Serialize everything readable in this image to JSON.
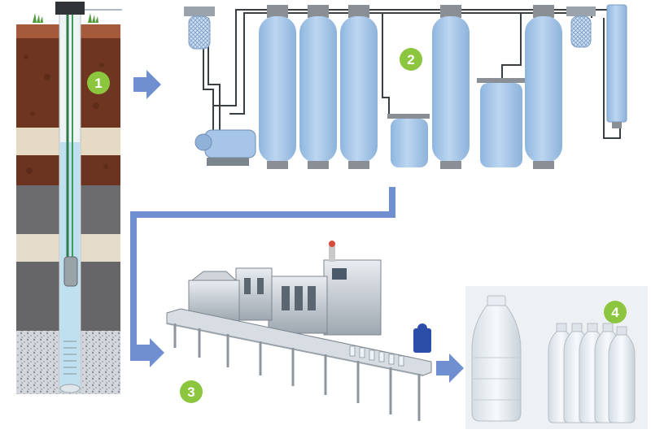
{
  "steps": [
    {
      "number": "1",
      "name": "well"
    },
    {
      "number": "2",
      "name": "filtration"
    },
    {
      "number": "3",
      "name": "bottling-line"
    },
    {
      "number": "4",
      "name": "bottled-water"
    }
  ],
  "colors": {
    "badge_green": "#8cc63f",
    "arrow_blue": "#6f8fd0",
    "tank_blue": "#a8c8ea",
    "tank_cap_gray": "#8a8f96",
    "water_blue": "#cfe6f3",
    "soil_brown": "#7a3b22",
    "sand": "#e7dcc6",
    "rock_gray": "#6e6e70",
    "gravel": "#c9ccd6"
  }
}
